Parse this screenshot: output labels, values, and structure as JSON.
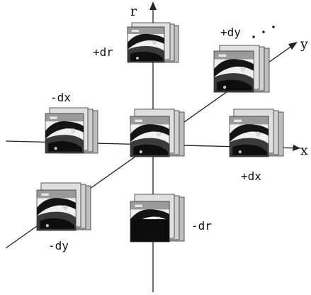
{
  "colors": {
    "background": "#ffffff",
    "axis": "#222222",
    "frame_stroke": "#333333",
    "frame_back": "#b9b9b9",
    "frame_mid": "#d6d6d6",
    "image_light": "#f2f2f2",
    "image_dark": "#151515",
    "image_gray": "#8a8a8a"
  },
  "axes": {
    "x": "x",
    "y": "y",
    "r": "r"
  },
  "stacks": [
    {
      "id": "center",
      "label": ""
    },
    {
      "id": "plus-dr",
      "label": "+dr"
    },
    {
      "id": "minus-dr",
      "label": "-dr"
    },
    {
      "id": "plus-dx",
      "label": "+dx"
    },
    {
      "id": "minus-dx",
      "label": "-dx"
    },
    {
      "id": "plus-dy",
      "label": "+dy"
    },
    {
      "id": "minus-dy",
      "label": "-dy"
    }
  ],
  "ellipsis": "dots-continuation-marker"
}
